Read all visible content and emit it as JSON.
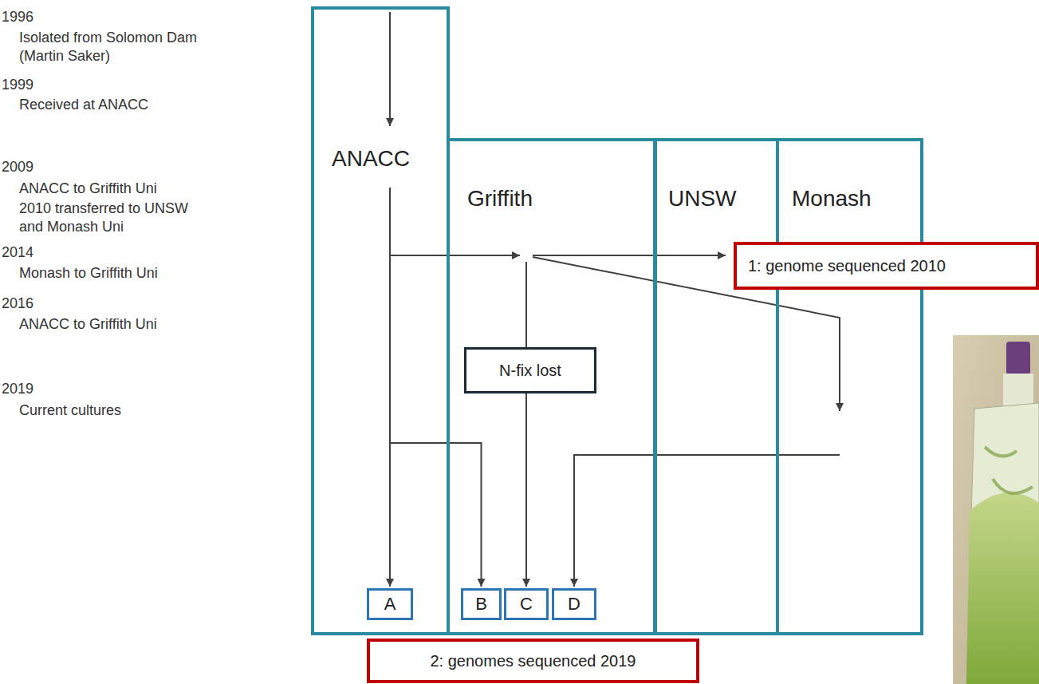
{
  "diagram": {
    "nodes": [
      {
        "text": [
          "ANACC"
        ]
      },
      {
        "text": [
          "Griffith"
        ]
      },
      {
        "text": [
          "UNSW"
        ]
      },
      {
        "text": [
          "Monash"
        ]
      },
      {
        "text": [
          "1: genome sequenced 2010"
        ]
      },
      {
        "text": [
          "N-fix lost"
        ],
        "in": 1
      },
      {
        "text": [
          "A"
        ],
        "in": 0
      },
      {
        "text": [
          "B"
        ],
        "in": 1
      },
      {
        "text": [
          "C"
        ],
        "in": 1
      },
      {
        "text": [
          "D"
        ],
        "in": 1
      },
      {
        "text": [
          "2: genomes sequenced 2019"
        ]
      }
    ],
    "edges": [
      {
        "from": 0,
        "to": 6,
        "arrow": "to"
      },
      {
        "from": 0,
        "to": 1,
        "arrow": "to"
      },
      {
        "from": 1,
        "to": 2,
        "arrow": "to"
      },
      {
        "from": 1,
        "to": 3,
        "arrow": "to"
      },
      {
        "from": 1,
        "to": 5,
        "arrow": "none"
      },
      {
        "from": 5,
        "to": 8,
        "arrow": "to"
      },
      {
        "from": 3,
        "to": 9,
        "arrow": "to"
      },
      {
        "from": 0,
        "to": 7,
        "arrow": "to"
      }
    ],
    "labels": [
      "1996",
      "Isolated from Solomon Dam (Martin Saker)",
      "1999",
      "Received at ANACC",
      "2009",
      "ANACC to Griffith Uni",
      "2010 transferred to UNSW and Monash Uni",
      "2014",
      "Monash to Griffith Uni",
      "2016",
      "ANACC to Griffith Uni",
      "2019",
      "Current cultures"
    ]
  }
}
